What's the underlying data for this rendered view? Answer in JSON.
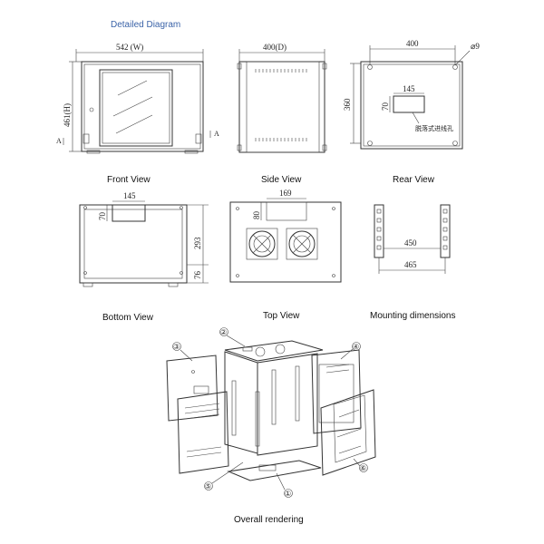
{
  "title": "Detailed Diagram",
  "views": {
    "front": {
      "caption": "Front View",
      "width_dim": "542 (W)",
      "height_dim": "461(H)",
      "section_mark": "A"
    },
    "side": {
      "caption": "Side View",
      "depth_dim": "400(D)"
    },
    "rear": {
      "caption": "Rear View",
      "top_dim": "400",
      "hole_dim": "⌀9",
      "height_dim": "360",
      "cutout_w": "145",
      "cutout_h": "70",
      "note": "脱落式进线孔"
    },
    "bottom": {
      "caption": "Bottom View",
      "cutout_w": "145",
      "cutout_h": "70",
      "height_dim": "293",
      "foot_dim": "76"
    },
    "top": {
      "caption": "Top View",
      "cutout_w": "169",
      "cutout_h": "80"
    },
    "mounting": {
      "caption": "Mounting dimensions",
      "inner_dim": "450",
      "outer_dim": "465"
    },
    "overall": {
      "caption": "Overall rendering",
      "callouts": [
        "①",
        "②",
        "③",
        "④",
        "⑤",
        "⑥"
      ]
    }
  }
}
